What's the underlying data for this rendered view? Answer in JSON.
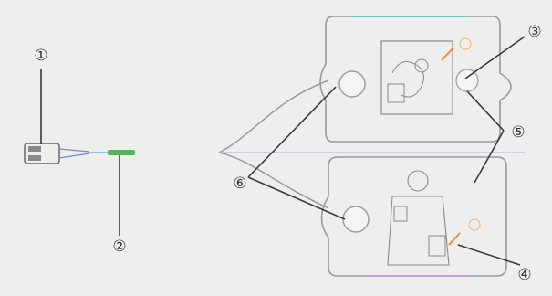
{
  "diagram": {
    "callouts": [
      {
        "key": "connector",
        "label": "①"
      },
      {
        "key": "cable",
        "label": "②"
      },
      {
        "key": "pad-indicator-upper",
        "label": "③"
      },
      {
        "key": "pad-indicator-lower",
        "label": "④"
      },
      {
        "key": "electrode-pads",
        "label": "⑤"
      },
      {
        "key": "pad-snap-connectors",
        "label": "⑥"
      }
    ]
  },
  "colors": {
    "background": "#eeeeec",
    "outline": "#9a9a9a",
    "leader": "#3a3a3a",
    "cable_tint": "#8a6cc8",
    "cable_green": "#58b060",
    "accent_orange": "#f08a40"
  }
}
